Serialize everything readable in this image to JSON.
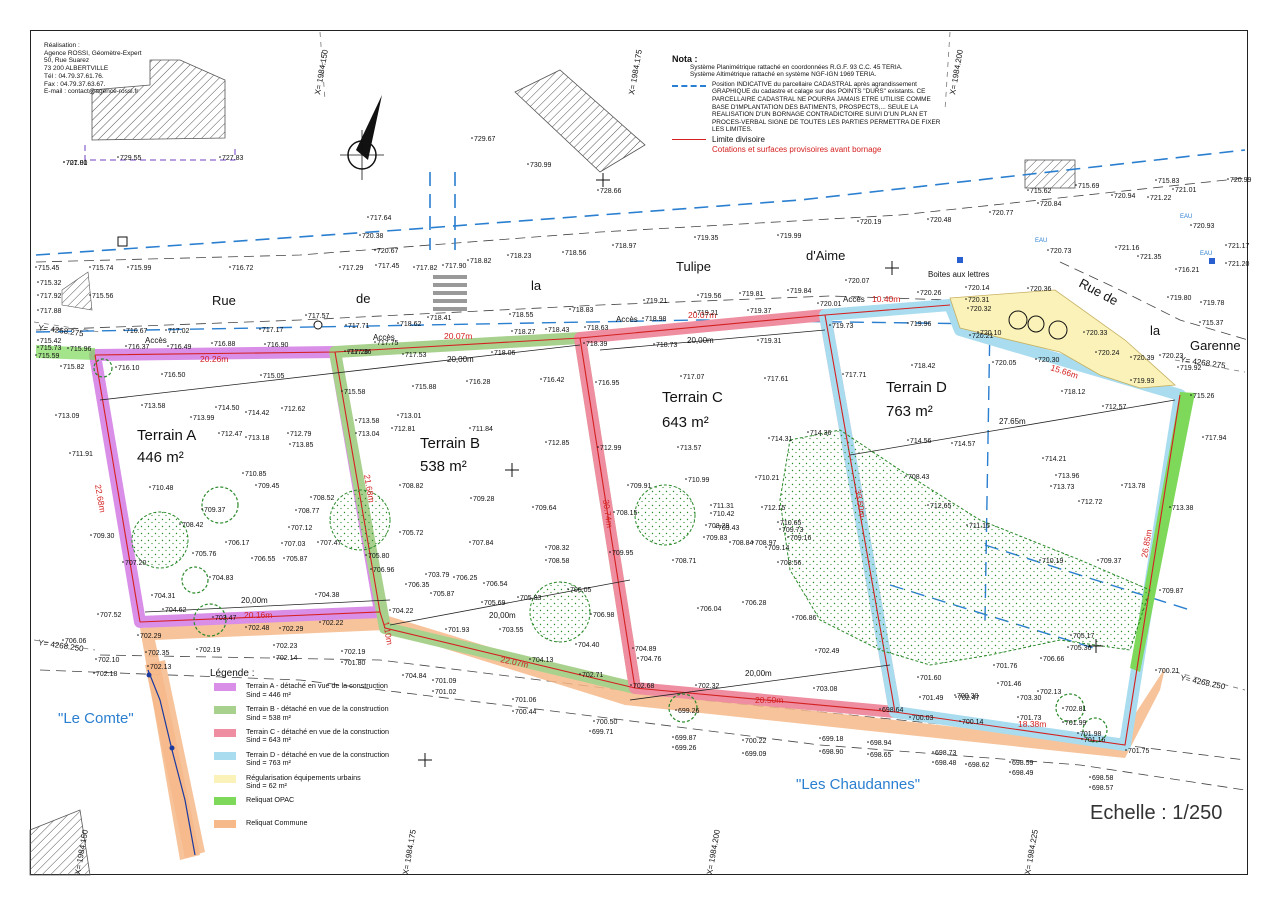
{
  "realisation": {
    "lines": [
      "Réalisation :",
      "Agence ROSSI, Géomètre-Expert",
      "50, Rue Suarez",
      "73 200 ALBERTVILLE",
      "Tél : 04.79.37.61.76.",
      "Fax : 04.79.37.63.67.",
      "E-mail : contact@agence-rossi.fr"
    ]
  },
  "nota": {
    "title": "Nota :",
    "line1": "Système Planimétrique rattaché en coordonnées R.G.F. 93  C.C. 45 TERIA.",
    "line2": "Système Altimétrique rattaché en système NGF-IGN 1969 TERIA.",
    "cadastre": "Position INDICATIVE du parcellaire CADASTRAL après agrandissement GRAPHIQUE du cadastre et calage sur des POINTS \"DURS\" existants. CE PARCELLAIRE CADASTRAL NE POURRA JAMAIS ETRE UTILISE COMME BASE D'IMPLANTATION DES BATIMENTS, PROSPECTS,... SEULE LA REALISATION D'UN BORNAGE CONTRADICTOIRE SUIVI D'UN PLAN ET PROCES-VERBAL SIGNE DE TOUTES LES PARTIES PERMETTRA DE FIXER LES LIMITES.",
    "limite": "Limite divisoire",
    "cotations": "Cotations et surfaces provisoires avant bornage"
  },
  "streets": {
    "rue": "Rue",
    "de": "de",
    "la": "la",
    "tulipe": "Tulipe",
    "aime": "d'Aime",
    "garenne_rue": "Rue de",
    "garenne_la": "la",
    "garenne": "Garenne",
    "boites": "Boites aux lettres"
  },
  "places": {
    "comte": "\"Le Comte\"",
    "chaudannes": "\"Les Chaudannes\""
  },
  "terrains": {
    "a": {
      "name": "Terrain A",
      "area": "446 m²"
    },
    "b": {
      "name": "Terrain B",
      "area": "538 m²"
    },
    "c": {
      "name": "Terrain C",
      "area": "643 m²"
    },
    "d": {
      "name": "Terrain D",
      "area": "763 m²"
    }
  },
  "dims": {
    "a_top": "20.26m",
    "a_left": "22.68m",
    "a_bottom": "20.16m",
    "a_right": "21.68m",
    "b_top": "20.07m",
    "b_bottom": "22.07m",
    "b_right": "30.74m",
    "b_btm_right": "1.10m",
    "c_top": "20.07m",
    "c_bottom": "20.50m",
    "c_right": "33.50m",
    "d_top": "10.40m",
    "d_edge": "15.66m",
    "d_right": "26.85m",
    "d_bottom": "18.38m",
    "acces": "Accès",
    "w20": "20,00m",
    "w2765": "27.65m"
  },
  "coords": {
    "x150": "X= 1984.150",
    "x175": "X= 1984.175",
    "x200": "X= 1984.200",
    "x225": "X= 1984.225",
    "y275a": "Y= 4268.275",
    "y275b": "Y= 4268.275",
    "y250a": "Y= 4268.250",
    "y250b": "Y= 4268.250"
  },
  "elevations": [
    "727.00",
    "729.55",
    "727.83",
    "729.67",
    "730.99",
    "728.66",
    "715.45",
    "715.74",
    "715.99",
    "716.72",
    "717.29",
    "717.45",
    "717.82",
    "717.90",
    "718.82",
    "718.23",
    "718.56",
    "718.97",
    "719.35",
    "719.99",
    "720.19",
    "720.48",
    "720.77",
    "720.84",
    "720.94",
    "721.22",
    "721.01",
    "720.99",
    "720.93",
    "715.62",
    "715.69",
    "715.32",
    "715.56",
    "717.92",
    "717.88",
    "717.64",
    "720.38",
    "720.67",
    "720.73",
    "721.16",
    "721.35",
    "721.17",
    "721.20",
    "715.83",
    "716.21",
    "716.67",
    "717.02",
    "717.17",
    "717.57",
    "717.71",
    "718.62",
    "718.41",
    "718.55",
    "718.83",
    "719.21",
    "719.56",
    "719.81",
    "719.84",
    "720.01",
    "720.07",
    "720.14",
    "720.26",
    "720.31",
    "720.32",
    "720.36",
    "719.80",
    "719.78",
    "715.37",
    "715.42",
    "715.73",
    "715.96",
    "716.37",
    "716.49",
    "716.88",
    "716.90",
    "717.36",
    "717.75",
    "717.20",
    "717.53",
    "718.06",
    "718.27",
    "718.43",
    "718.63",
    "718.39",
    "718.73",
    "718.98",
    "719.21",
    "719.37",
    "719.31",
    "719.73",
    "719.96",
    "720.21",
    "720.10",
    "720.05",
    "720.30",
    "720.33",
    "720.24",
    "720.39",
    "720.23",
    "719.93",
    "719.92",
    "715.26",
    "715.59",
    "715.82",
    "716.10",
    "716.50",
    "715.05",
    "715.58",
    "715.88",
    "716.28",
    "716.42",
    "716.95",
    "717.07",
    "717.61",
    "717.71",
    "718.42",
    "718.12",
    "712.57",
    "713.09",
    "713.58",
    "713.99",
    "714.50",
    "714.42",
    "712.62",
    "712.47",
    "713.18",
    "712.79",
    "713.85",
    "713.58",
    "713.01",
    "712.81",
    "713.04",
    "711.84",
    "712.85",
    "712.99",
    "713.57",
    "714.31",
    "714.36",
    "714.56",
    "714.57",
    "717.94",
    "714.21",
    "713.96",
    "713.73",
    "712.72",
    "713.78",
    "713.38",
    "711.91",
    "710.85",
    "710.48",
    "709.45",
    "709.37",
    "708.77",
    "708.52",
    "708.82",
    "709.28",
    "709.64",
    "709.91",
    "710.99",
    "711.31",
    "710.42",
    "710.21",
    "712.15",
    "710.65",
    "709.73",
    "709.16",
    "709.14",
    "708.43",
    "712.65",
    "711.15",
    "710.19",
    "709.37",
    "709.87",
    "709.30",
    "708.42",
    "707.20",
    "707.12",
    "707.47",
    "707.03",
    "706.17",
    "706.55",
    "705.87",
    "705.76",
    "705.80",
    "706.96",
    "705.72",
    "707.84",
    "708.32",
    "708.58",
    "708.15",
    "709.95",
    "708.71",
    "708.29",
    "709.43",
    "709.83",
    "708.84",
    "708.97",
    "708.56",
    "707.52",
    "704.31",
    "704.83",
    "704.62",
    "704.38",
    "703.47",
    "704.22",
    "703.79",
    "706.25",
    "706.54",
    "706.35",
    "705.87",
    "705.69",
    "705.83",
    "706.05",
    "706.98",
    "706.04",
    "706.28",
    "706.86",
    "705.17",
    "705.36",
    "706.66",
    "706.06",
    "702.29",
    "702.35",
    "702.10",
    "702.19",
    "702.13",
    "702.18",
    "702.23",
    "702.14",
    "702.29",
    "702.48",
    "702.22",
    "702.19",
    "701.80",
    "701.93",
    "703.55",
    "704.40",
    "704.89",
    "704.76",
    "704.13",
    "702.71",
    "702.68",
    "702.32",
    "702.49",
    "703.08",
    "701.49",
    "701.60",
    "702.47",
    "701.46",
    "702.13",
    "702.81",
    "701.99",
    "701.73",
    "701.98",
    "701.75",
    "700.21",
    "704.84",
    "701.09",
    "701.02",
    "701.06",
    "700.44",
    "700.50",
    "699.71",
    "699.87",
    "699.26",
    "699.26",
    "700.22",
    "699.09",
    "699.18",
    "698.90",
    "698.94",
    "698.65",
    "698.73",
    "698.48",
    "698.62",
    "698.59",
    "698.49",
    "698.58",
    "698.57",
    "698.64",
    "700.14",
    "700.03",
    "700.30",
    "701.16",
    "701.76",
    "703.30",
    "701.81"
  ],
  "legend": {
    "title": "Légende :",
    "items": [
      {
        "label": "Terrain A - détaché en vue de la construction",
        "sub": "Sind = 446 m²",
        "color": "#d98ee8"
      },
      {
        "label": "Terrain B - détaché en vue de la construction",
        "sub": "Sind = 538 m²",
        "color": "#a9d18e"
      },
      {
        "label": "Terrain C - détaché en vue de la construction",
        "sub": "Sind = 643 m²",
        "color": "#ee8ea0"
      },
      {
        "label": "Terrain D - détaché en vue de la construction",
        "sub": "Sind = 763 m²",
        "color": "#a9dcef"
      },
      {
        "label": "Régularisation équipements urbains",
        "sub": "Sind = 62 m²",
        "color": "#faf2b8"
      },
      {
        "label": "Reliquat OPAC",
        "sub": "",
        "color": "#7ed85a"
      },
      {
        "label": "Reliquat Commune",
        "sub": "",
        "color": "#f6b98a"
      }
    ]
  },
  "scale": "Echelle : 1/250",
  "eau": [
    "EAU",
    "EAU",
    "EAU"
  ]
}
